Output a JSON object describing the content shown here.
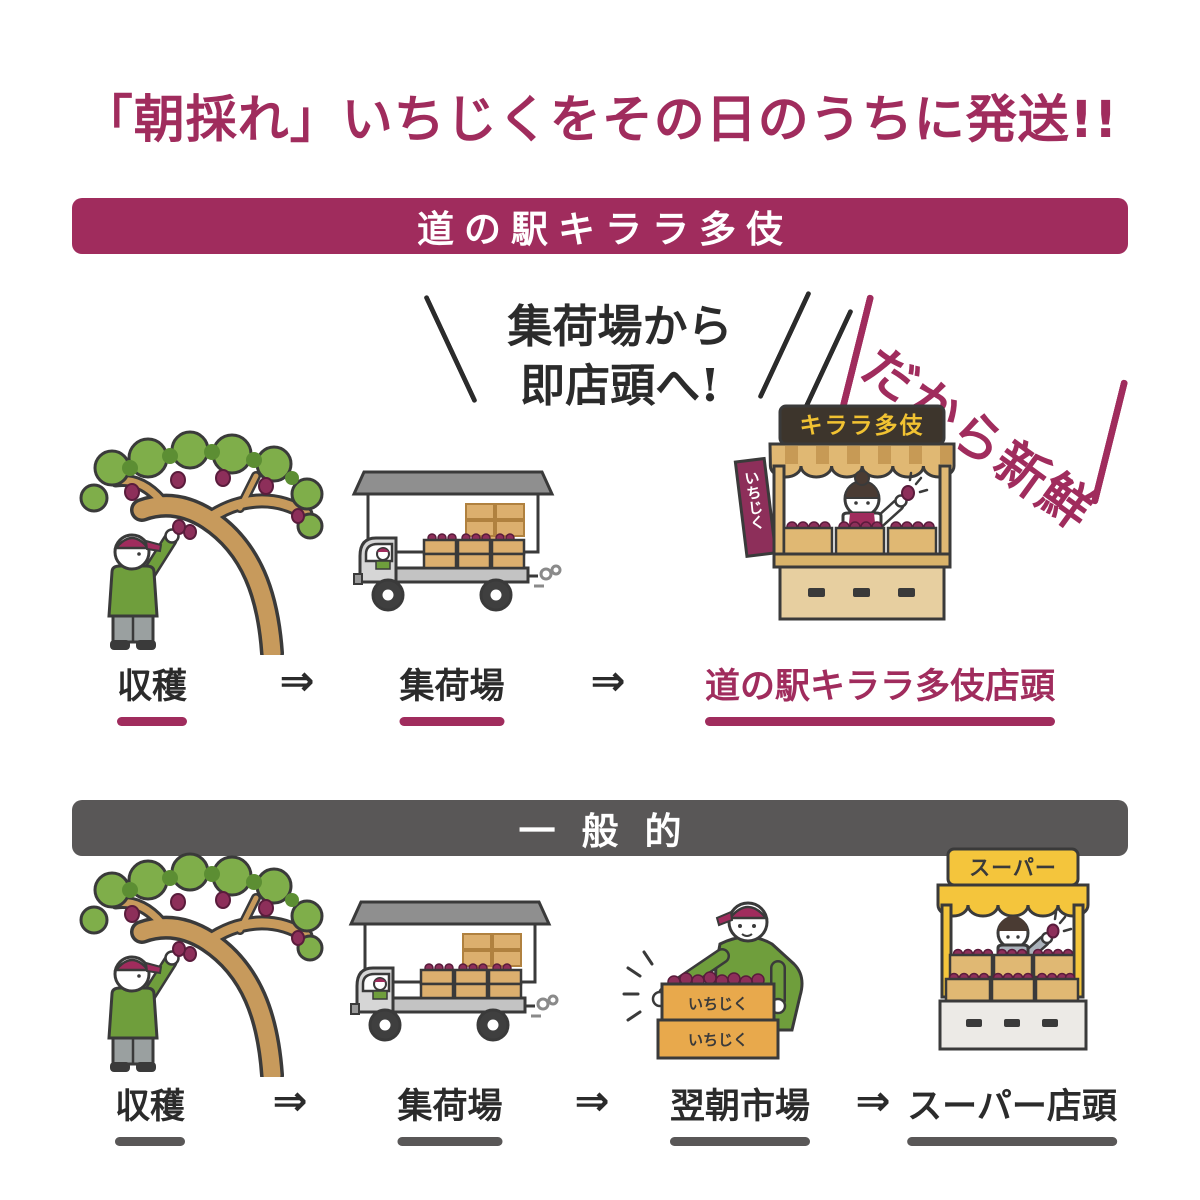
{
  "title": "「朝採れ」いちじくをその日のうちに発送!!",
  "colors": {
    "accent": "#a02c5d",
    "dark_gray": "#595757"
  },
  "kirara": {
    "banner": "道の駅キララ多伎",
    "note_line1": "集荷場から",
    "note_line2": "即店頭へ!",
    "fresh": "だから新鮮",
    "stall_sign": "キララ多伎",
    "stall_banner": "いちじく",
    "arrow": "⇒",
    "steps": [
      "収穫",
      "集荷場",
      "道の駅キララ多伎店頭"
    ]
  },
  "general": {
    "banner": "一般的",
    "stall_sign": "スーパー",
    "box_label_top": "いちじく",
    "box_label_bottom": "いちじく",
    "arrow": "⇒",
    "steps": [
      "収穫",
      "集荷場",
      "翌朝市場",
      "スーパー店頭"
    ]
  }
}
